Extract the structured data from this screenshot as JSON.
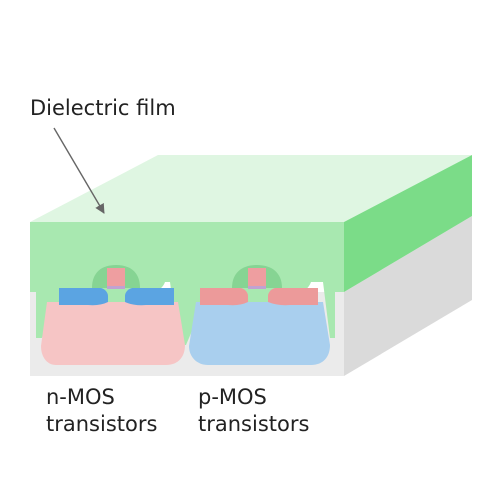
{
  "labels": {
    "dielectric_film": "Dielectric film",
    "nmos_line1": "n-MOS",
    "nmos_line2": "transistors",
    "pmos_line1": "p-MOS",
    "pmos_line2": "transistors"
  },
  "colors": {
    "film_top": "#dff6e2",
    "film_front": "#a8e8b0",
    "film_side": "#7bdc88",
    "substrate_front": "#ebebeb",
    "substrate_side": "#dadada",
    "nwell": "#f6c5c5",
    "pwell": "#a9cfee",
    "n_contact": "#5ba4e2",
    "p_contact": "#ec9a9a",
    "gate": "#ee9ea0",
    "gate_oxide": "#c0a2d2",
    "spacer": "#86d493",
    "arrow": "#666666",
    "text": "#222222"
  }
}
